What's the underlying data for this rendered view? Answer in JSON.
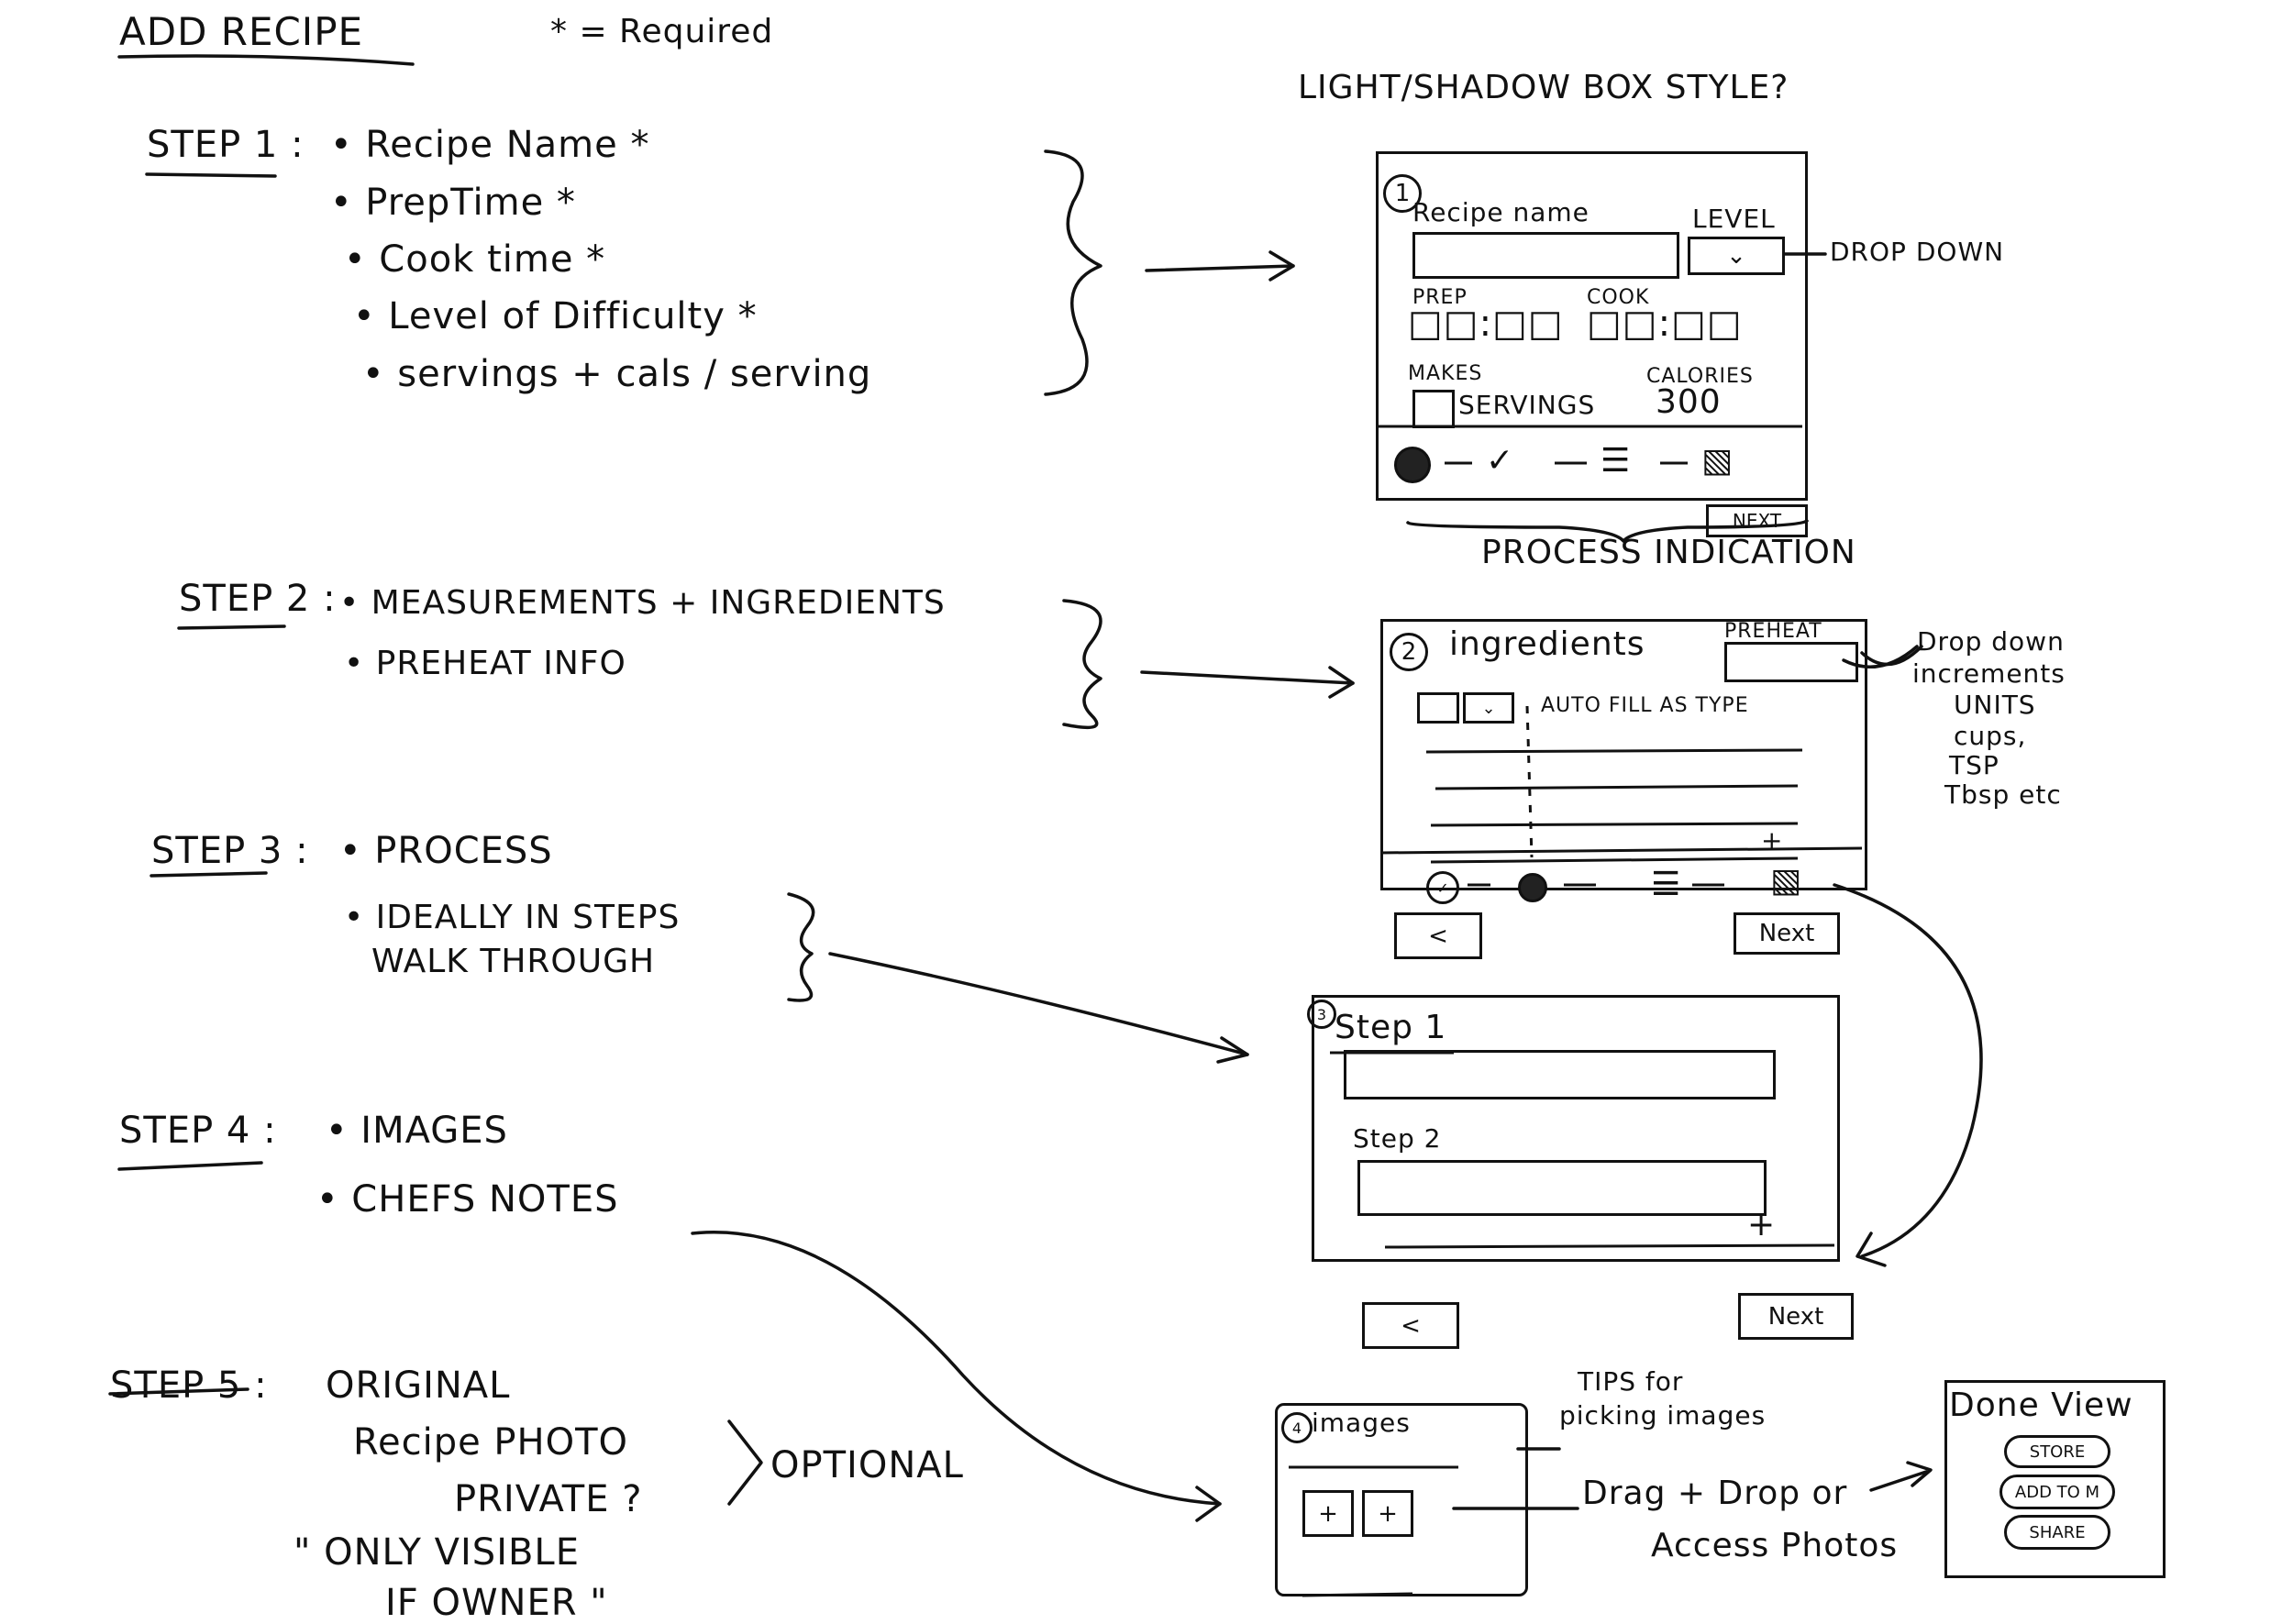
{
  "header": {
    "title": "ADD RECIPE",
    "required_note": "* = Required"
  },
  "steps": {
    "s1": {
      "label": "STEP 1 :",
      "items": [
        "• Recipe Name *",
        "• PrepTime *",
        "• Cook time *",
        "• Level of Difficulty *",
        "• servings + cals / serving"
      ]
    },
    "s2": {
      "label": "STEP 2 :",
      "items": [
        "• MEASUREMENTS + INGREDIENTS",
        "• PREHEAT INFO"
      ]
    },
    "s3": {
      "label": "STEP 3 :",
      "items": [
        "• PROCESS",
        "• IDEALLY IN STEPS",
        "WALK THROUGH"
      ]
    },
    "s4": {
      "label": "STEP 4 :",
      "items": [
        "• IMAGES",
        "• CHEFS NOTES"
      ]
    },
    "s5": {
      "label": "STEP 5 :",
      "items": [
        "ORIGINAL",
        "Recipe PHOTO",
        "PRIVATE ?",
        "\" ONLY VISIBLE",
        "IF OWNER \""
      ],
      "optional": "OPTIONAL"
    }
  },
  "notes": {
    "style_question": "LIGHT/SHADOW BOX STYLE?",
    "drop_down": "DROP DOWN",
    "process_indication": "PROCESS INDICATION",
    "increments_note": [
      "Drop down",
      "increments",
      "UNITS",
      "cups,",
      "TSP",
      "Tbsp etc"
    ],
    "tips_images": [
      "TIPS for",
      "picking images"
    ],
    "drag_drop": [
      "Drag + Drop or",
      "Access Photos"
    ]
  },
  "screen1": {
    "number": "1",
    "recipe_name_label": "Recipe name",
    "level_label": "LEVEL",
    "level_value": "⌄",
    "prep_label": "PREP",
    "cook_label": "COOK",
    "time_placeholder": "□□:□□",
    "makes_label": "MAKES",
    "calories_label": "CALORIES",
    "servings_label": "SERVINGS",
    "calories_value": "300",
    "next_button": "NEXT"
  },
  "screen2": {
    "number": "2",
    "title": "ingredients",
    "preheat_label": "PREHEAT",
    "autofill_label": "AUTO FILL AS TYPE",
    "plus": "+",
    "back_button": "<",
    "next_button": "Next"
  },
  "screen3": {
    "number": "3",
    "step1_label": "Step 1",
    "step2_label": "Step 2",
    "plus": "+",
    "back_button": "<",
    "next_button": "Next"
  },
  "screen4": {
    "number": "4",
    "title": "images",
    "plus": "+"
  },
  "done_view": {
    "title": "Done View",
    "buttons": [
      "STORE",
      "ADD TO M",
      "SHARE"
    ]
  }
}
